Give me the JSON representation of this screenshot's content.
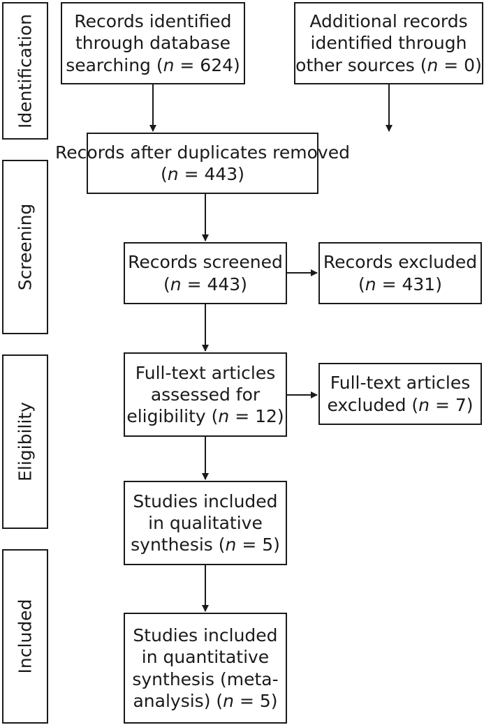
{
  "stages": {
    "identification": "Identification",
    "screening": "Screening",
    "eligibility": "Eligibility",
    "included": "Included"
  },
  "boxes": {
    "database_search": {
      "lines": [
        "Records identified",
        "through database"
      ],
      "prefix": "searching (",
      "n": "n",
      "suffix": " = 624)"
    },
    "other_sources": {
      "lines": [
        "Additional records",
        "identified through"
      ],
      "prefix": "other sources (",
      "n": "n",
      "suffix": " = 0)"
    },
    "duplicates_removed": {
      "line1": "Records after duplicates removed",
      "prefix": "(",
      "n": "n",
      "suffix": " = 443)"
    },
    "screened": {
      "line1": "Records screened",
      "prefix": "(",
      "n": "n",
      "suffix": " = 443)"
    },
    "excluded": {
      "line1": "Records excluded",
      "prefix": "(",
      "n": "n",
      "suffix": " = 431)"
    },
    "fulltext_assessed": {
      "lines": [
        "Full-text articles",
        "assessed for"
      ],
      "prefix": "eligibility (",
      "n": "n",
      "suffix": " = 12)"
    },
    "fulltext_excluded": {
      "line1": "Full-text articles",
      "prefix": "excluded (",
      "n": "n",
      "suffix": " = 7)"
    },
    "qualitative": {
      "lines": [
        "Studies included",
        "in qualitative"
      ],
      "prefix": "synthesis (",
      "n": "n",
      "suffix": " = 5)"
    },
    "quantitative": {
      "lines": [
        "Studies included",
        "in quantitative",
        "synthesis (meta-"
      ],
      "prefix": "analysis) (",
      "n": "n",
      "suffix": " = 5)"
    }
  }
}
